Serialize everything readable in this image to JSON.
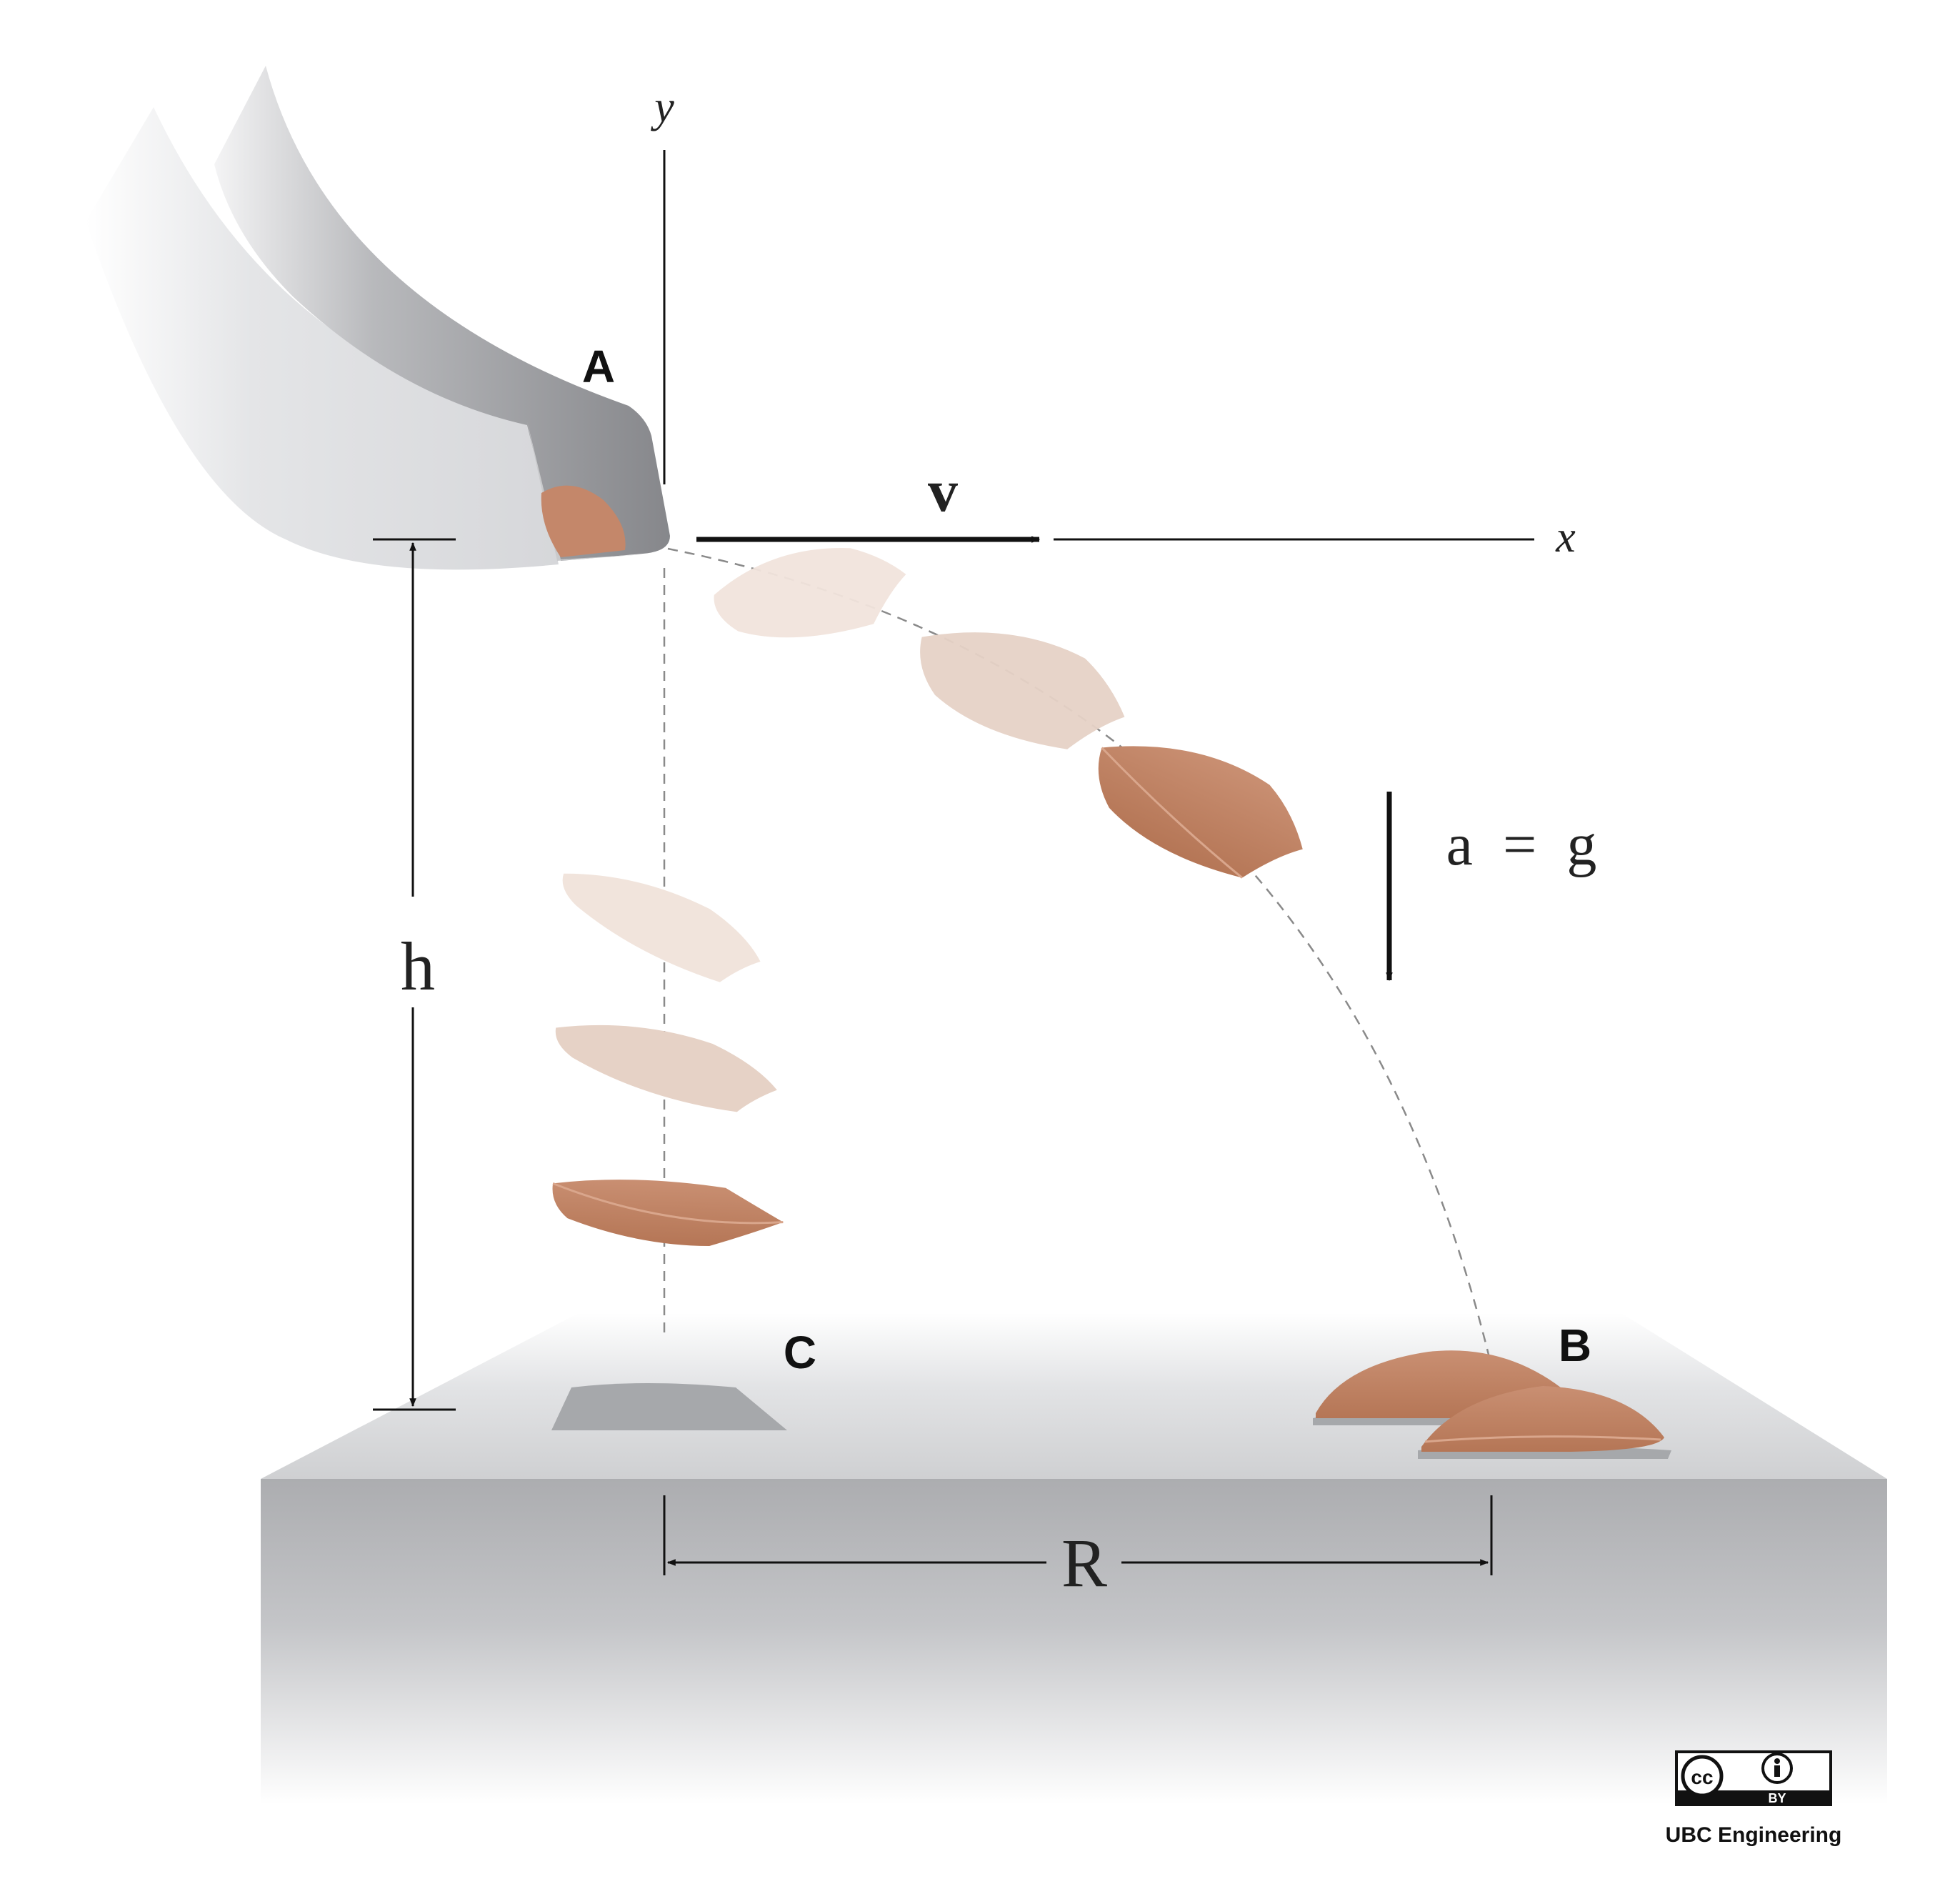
{
  "labels": {
    "point_a": "A",
    "point_b": "B",
    "point_c": "C",
    "axis_x": "x",
    "axis_y": "y",
    "velocity": "v",
    "height": "h",
    "range": "R",
    "acceleration": "a  =  g"
  },
  "license": {
    "left_badge": "cc",
    "right_badge": "BY",
    "credit": "UBC Engineering"
  },
  "colors": {
    "seed_strong": "#c4876a",
    "seed_medium": "#e0c6b7",
    "seed_faint": "#f1e4dc",
    "chute_dark": "#8e8f93",
    "chute_light": "#d9dadc",
    "ground_top": "#cfd0d2",
    "ground_front": "#b1b2b5",
    "shadow": "#a8aaad",
    "ink": "#111111"
  }
}
